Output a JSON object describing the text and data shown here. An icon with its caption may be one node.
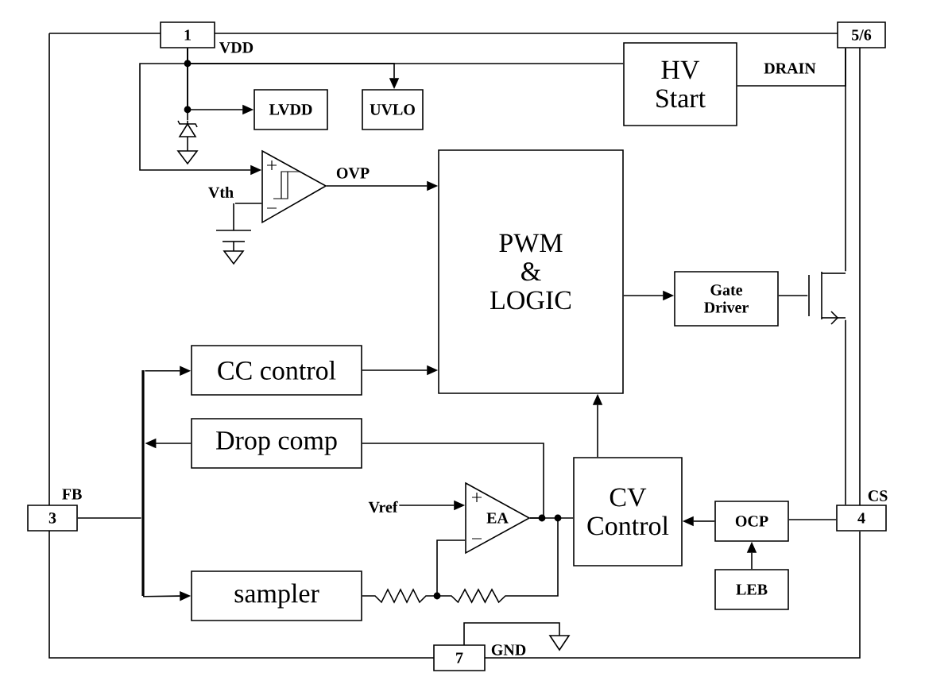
{
  "diagram": {
    "nodes": [
      {
        "text": [
          "1"
        ],
        "beside": [
          "VDD"
        ]
      },
      {
        "text": [
          "5/6"
        ]
      },
      {
        "text": [
          "3"
        ],
        "beside": [
          "FB"
        ]
      },
      {
        "text": [
          "4"
        ],
        "beside": [
          "CS"
        ]
      },
      {
        "text": [
          "7"
        ],
        "beside": [
          "GND"
        ]
      },
      {
        "text": [
          "HV Start"
        ]
      },
      {
        "text": [
          "LVDD"
        ]
      },
      {
        "text": [
          "UVLO"
        ]
      },
      {
        "text": [],
        "shape": "triangle"
      },
      {
        "text": [
          "PWM & LOGIC"
        ]
      },
      {
        "text": [
          "Gate Driver"
        ]
      },
      {
        "text": [
          "CC control"
        ]
      },
      {
        "text": [
          "Drop comp"
        ]
      },
      {
        "text": [
          "EA"
        ]
      },
      {
        "text": [
          "CV Control"
        ]
      },
      {
        "text": [
          "OCP"
        ]
      },
      {
        "text": [
          "LEB"
        ]
      },
      {
        "text": [
          "sampler"
        ]
      },
      {
        "text": [
          "Vref"
        ]
      },
      {
        "text": [
          "Vth"
        ]
      },
      {
        "text": [],
        "shape": "transistor"
      },
      {
        "text": [],
        "shape": "bar"
      },
      {
        "text": [],
        "shape": "diode"
      }
    ],
    "edges": [
      {
        "from": 5,
        "to": 0,
        "arrow": "none"
      },
      {
        "from": 0,
        "to": 6,
        "arrow": "to"
      },
      {
        "from": 0,
        "to": 7,
        "arrow": "to"
      },
      {
        "from": 0,
        "to": 8,
        "arrow": "to"
      },
      {
        "from": 19,
        "to": 8,
        "arrow": "none"
      },
      {
        "from": 8,
        "to": 9,
        "arrow": "to",
        "label": "OVP"
      },
      {
        "from": 5,
        "to": 1,
        "arrow": "none",
        "label": "DRAIN"
      },
      {
        "from": 9,
        "to": 10,
        "arrow": "to"
      },
      {
        "from": 10,
        "to": 20,
        "arrow": "none"
      },
      {
        "from": 20,
        "to": 1,
        "arrow": "none"
      },
      {
        "from": 20,
        "to": 3,
        "arrow": "none"
      },
      {
        "from": 2,
        "to": 21,
        "arrow": "none"
      },
      {
        "from": 21,
        "to": 11,
        "arrow": "to"
      },
      {
        "from": 12,
        "to": 21,
        "arrow": "to"
      },
      {
        "from": 21,
        "to": 17,
        "arrow": "to"
      },
      {
        "from": 11,
        "to": 9,
        "arrow": "to"
      },
      {
        "from": 18,
        "to": 13,
        "arrow": "to"
      },
      {
        "from": 17,
        "to": 13,
        "arrow": "none"
      },
      {
        "from": 13,
        "to": 14,
        "arrow": "none"
      },
      {
        "from": 13,
        "to": 12,
        "arrow": "none"
      },
      {
        "from": 14,
        "to": 9,
        "arrow": "to"
      },
      {
        "from": 15,
        "to": 14,
        "arrow": "to"
      },
      {
        "from": 16,
        "to": 15,
        "arrow": "to"
      },
      {
        "from": 3,
        "to": 15,
        "arrow": "none"
      },
      {
        "from": 0,
        "to": 22,
        "arrow": "none"
      }
    ]
  }
}
